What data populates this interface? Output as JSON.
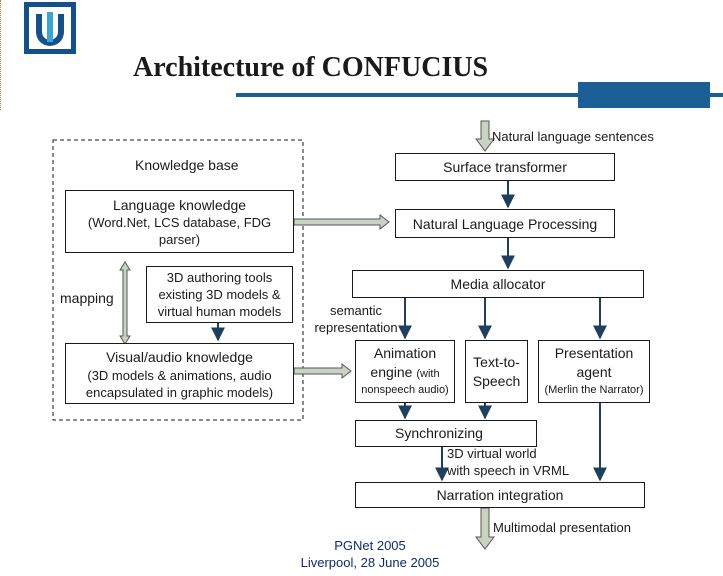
{
  "slide": {
    "title": "Architecture of CONFUCIUS",
    "footer_line1": "PGNet 2005",
    "footer_line2": "Liverpool, 28 June 2005"
  },
  "colors": {
    "accent_bar": "#1b5f96",
    "arrow_fill": "#c9d3c2",
    "dark_arrow": "#1f3f5f"
  },
  "diagram": {
    "knowledge_base_label": "Knowledge base",
    "language_knowledge": {
      "title": "Language knowledge",
      "detail_line1": "(Word.Net, LCS database, FDG",
      "detail_line2": "parser)"
    },
    "mapping_label": "mapping",
    "authoring_tools": {
      "line1": "3D authoring tools",
      "line2": "existing 3D models &",
      "line3": "virtual human models"
    },
    "visual_audio_knowledge": {
      "title": "Visual/audio knowledge",
      "detail_line1": "(3D models & animations, audio",
      "detail_line2": "encapsulated in graphic models)"
    },
    "input_label": "Natural language sentences",
    "surface_transformer": "Surface transformer",
    "nlp": "Natural Language Processing",
    "media_allocator": "Media allocator",
    "semantic_line1": "semantic",
    "semantic_line2": "representation",
    "animation_engine": {
      "line1": "Animation",
      "line2a": "engine",
      "line2b": "(with",
      "line3": "nonspeech audio)"
    },
    "text_to_speech": {
      "line1": "Text-to-",
      "line2": "Speech"
    },
    "presentation_agent": {
      "line1": "Presentation",
      "line2": "agent",
      "line3": "(Merlin the Narrator)"
    },
    "synchronizing": "Synchronizing",
    "vrml_line1": "3D virtual world",
    "vrml_line2": "with speech in VRML",
    "narration_integration": "Narration integration",
    "output_label": "Multimodal presentation"
  }
}
